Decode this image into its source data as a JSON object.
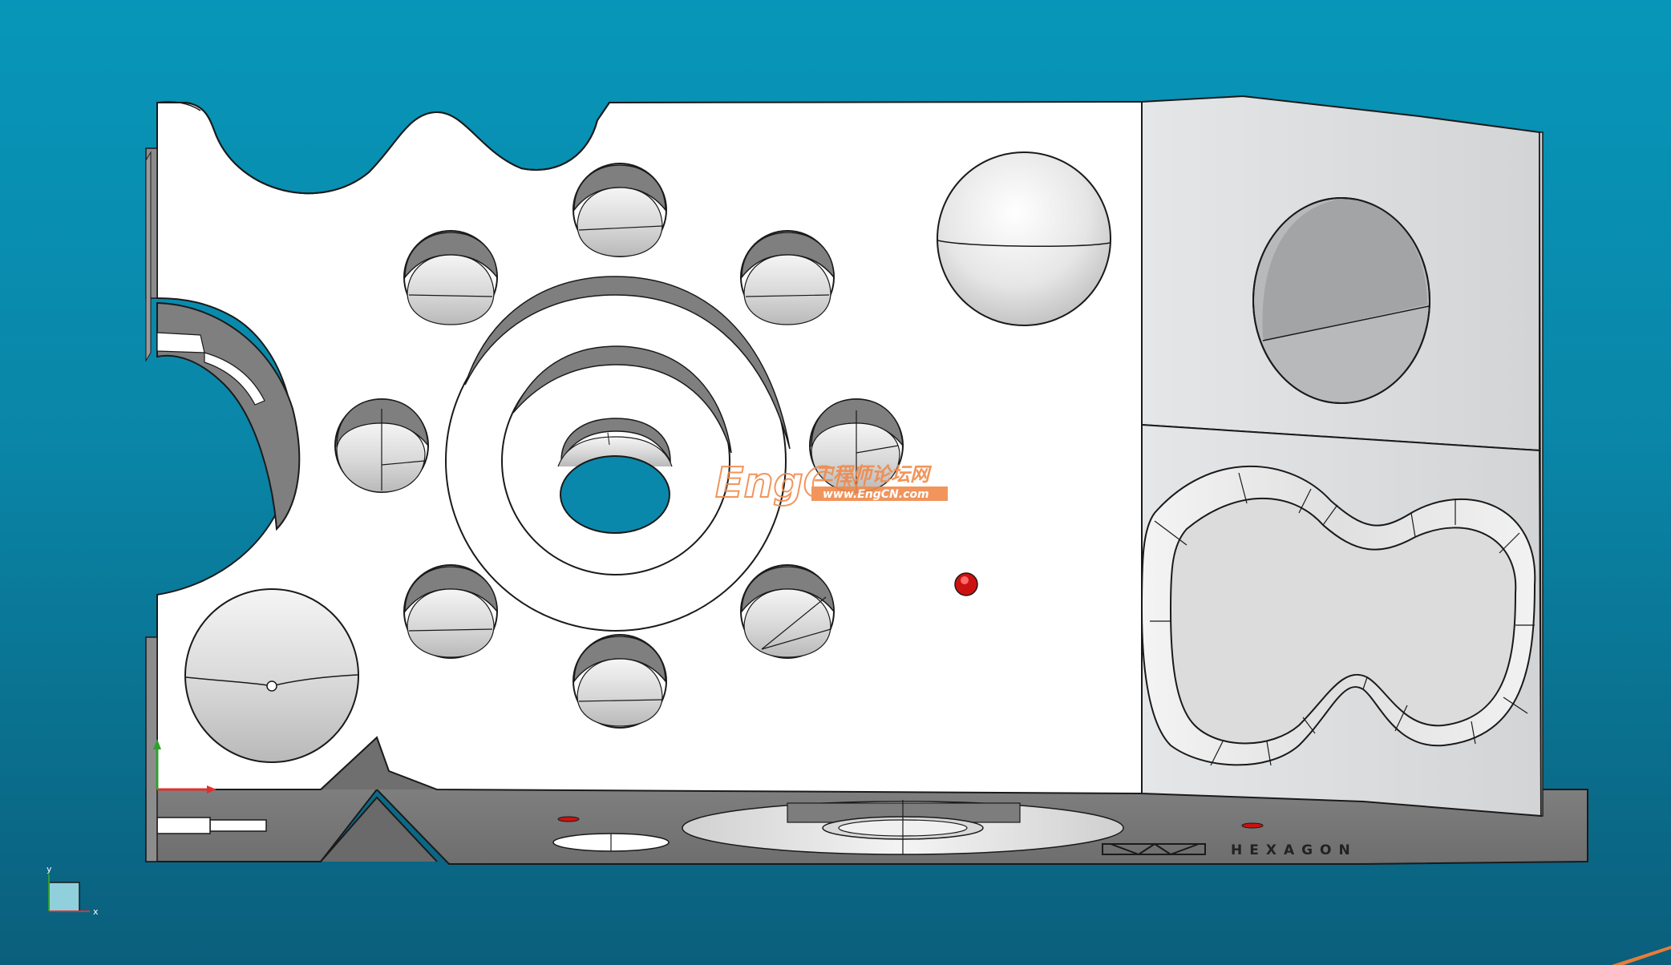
{
  "watermark": {
    "brand": "EngCN",
    "chinese": "工程师论坛网",
    "url": "www.EngCN.com",
    "color": "#f08a4b"
  },
  "engraving": {
    "text": "HEXAGON",
    "logo_icon": "hexagon-logo-icon"
  },
  "axis_triad": {
    "x_label": "x",
    "y_label": "y"
  },
  "view_cube": {
    "x_label": "x",
    "y_label": "y"
  },
  "colors": {
    "background_top": "#0796b9",
    "background_bottom": "#0a5f7c",
    "part_face": "#ffffff",
    "part_side": "#7a7a7a",
    "edge": "#1a1a1a",
    "marker_red": "#cc1111",
    "axis_x": "#e03030",
    "axis_y": "#30a030"
  }
}
